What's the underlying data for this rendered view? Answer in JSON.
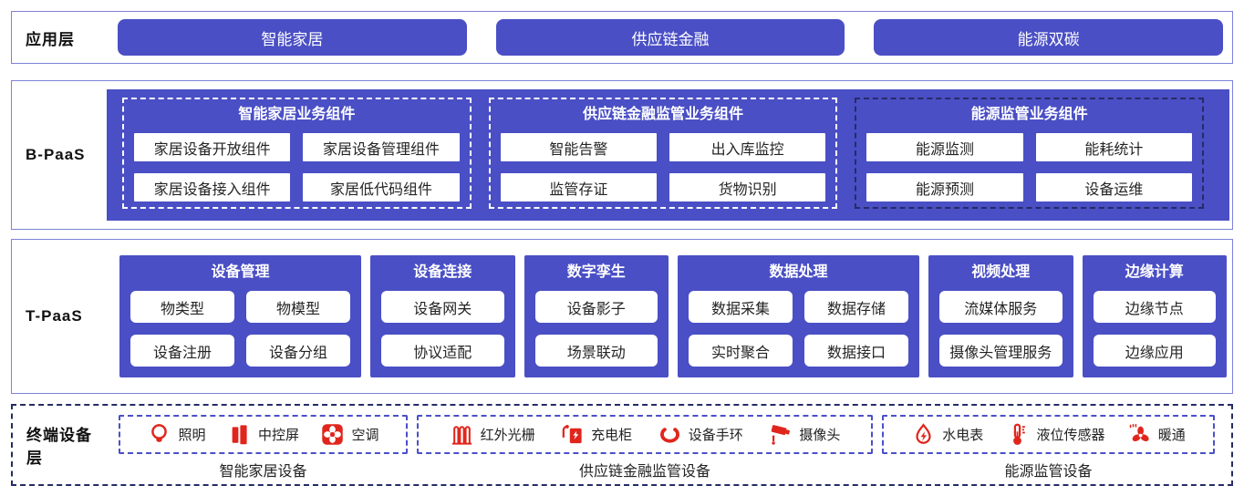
{
  "colors": {
    "accent_purple": "#4a4fc5",
    "border_purple": "#7d81d8",
    "dark_navy": "#262b66",
    "device_red": "#e0261c"
  },
  "layers": {
    "application": {
      "label": "应用层",
      "buttons": [
        "智能家居",
        "供应链金融",
        "能源双碳"
      ]
    },
    "bpaas": {
      "label": "B-PaaS",
      "groups": [
        {
          "title": "智能家居业务组件",
          "items": [
            "家居设备开放组件",
            "家居设备管理组件",
            "家居设备接入组件",
            "家居低代码组件"
          ]
        },
        {
          "title": "供应链金融监管业务组件",
          "items": [
            "智能告警",
            "出入库监控",
            "监管存证",
            "货物识别"
          ]
        },
        {
          "title": "能源监管业务组件",
          "items": [
            "能源监测",
            "能耗统计",
            "能源预测",
            "设备运维"
          ]
        }
      ]
    },
    "tpaas": {
      "label": "T-PaaS",
      "groups": [
        {
          "title": "设备管理",
          "items": [
            "物类型",
            "物模型",
            "设备注册",
            "设备分组"
          ]
        },
        {
          "title": "设备连接",
          "items": [
            "设备网关",
            "协议适配"
          ]
        },
        {
          "title": "数字孪生",
          "items": [
            "设备影子",
            "场景联动"
          ]
        },
        {
          "title": "数据处理",
          "items": [
            "数据采集",
            "数据存储",
            "实时聚合",
            "数据接口"
          ]
        },
        {
          "title": "视频处理",
          "items": [
            "流媒体服务",
            "摄像头管理服务"
          ]
        },
        {
          "title": "边缘计算",
          "items": [
            "边缘节点",
            "边缘应用"
          ]
        }
      ]
    },
    "devices": {
      "label": "终端设备层",
      "groups": [
        {
          "caption": "智能家居设备",
          "items": [
            {
              "icon": "lightbulb-icon",
              "label": "照明"
            },
            {
              "icon": "control-screen-icon",
              "label": "中控屏"
            },
            {
              "icon": "air-conditioner-icon",
              "label": "空调"
            }
          ]
        },
        {
          "caption": "供应链金融监管设备",
          "items": [
            {
              "icon": "infrared-grating-icon",
              "label": "红外光栅"
            },
            {
              "icon": "charging-cabinet-icon",
              "label": "充电柜"
            },
            {
              "icon": "wristband-icon",
              "label": "设备手环"
            },
            {
              "icon": "camera-icon",
              "label": "摄像头"
            }
          ]
        },
        {
          "caption": "能源监管设备",
          "items": [
            {
              "icon": "utility-meter-icon",
              "label": "水电表"
            },
            {
              "icon": "level-sensor-icon",
              "label": "液位传感器"
            },
            {
              "icon": "hvac-icon",
              "label": "暖通"
            }
          ]
        }
      ]
    }
  }
}
